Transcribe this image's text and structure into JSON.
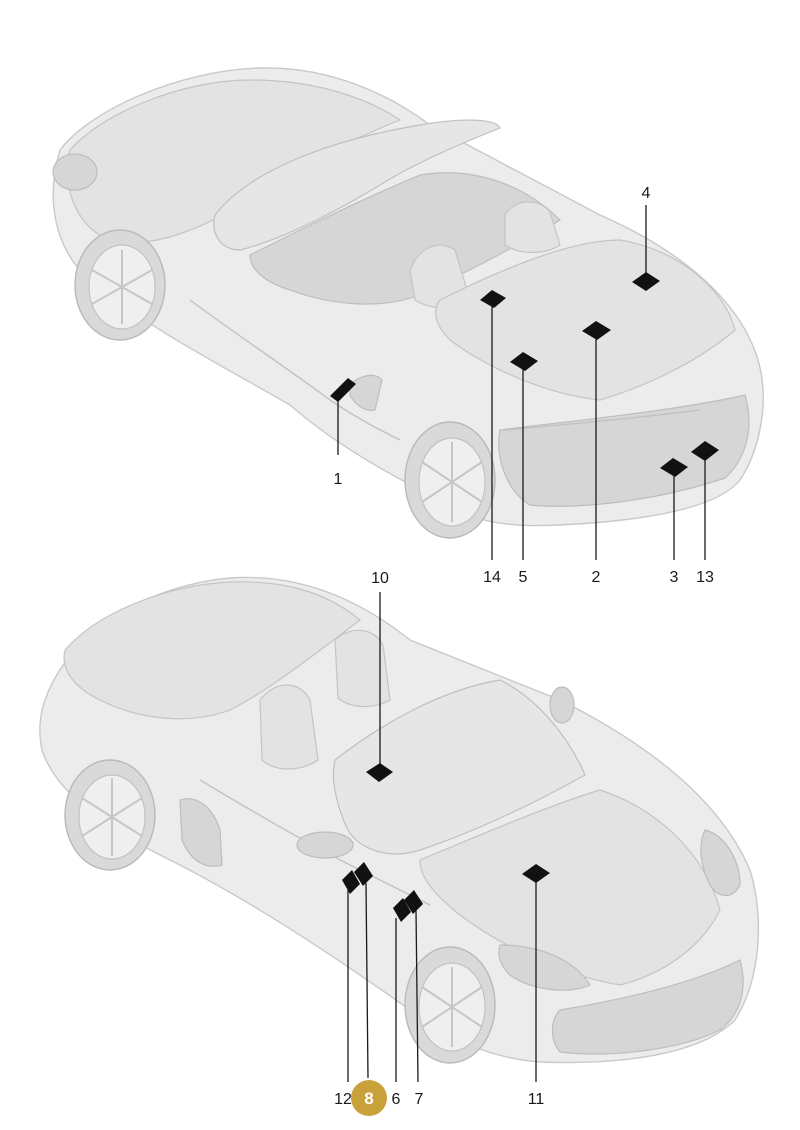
{
  "callouts_top": [
    {
      "id": "1",
      "label": "1"
    },
    {
      "id": "2",
      "label": "2"
    },
    {
      "id": "3",
      "label": "3"
    },
    {
      "id": "4",
      "label": "4"
    },
    {
      "id": "5",
      "label": "5"
    },
    {
      "id": "13",
      "label": "13"
    },
    {
      "id": "14",
      "label": "14"
    }
  ],
  "callouts_bottom": [
    {
      "id": "6",
      "label": "6"
    },
    {
      "id": "7",
      "label": "7"
    },
    {
      "id": "8",
      "label": "8",
      "highlighted": true
    },
    {
      "id": "10",
      "label": "10"
    },
    {
      "id": "11",
      "label": "11"
    },
    {
      "id": "12",
      "label": "12"
    }
  ],
  "colors": {
    "highlight_badge": "#c9a13a",
    "marker": "#111111",
    "car": "#ececec"
  }
}
